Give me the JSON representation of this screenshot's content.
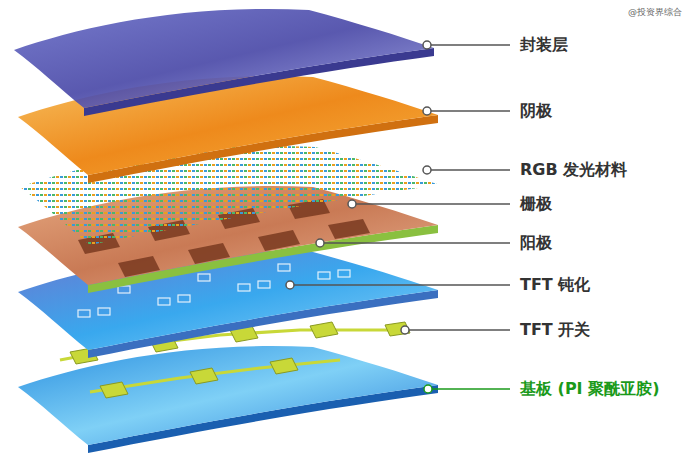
{
  "diagram": {
    "labels": [
      "@投资界综合",
      "封装层",
      "阴极",
      "RGB 发光材料",
      "栅极",
      "阳极",
      "TFT 钝化",
      "TFT 开关",
      "基板 (PI 聚酰亚胺)"
    ]
  }
}
